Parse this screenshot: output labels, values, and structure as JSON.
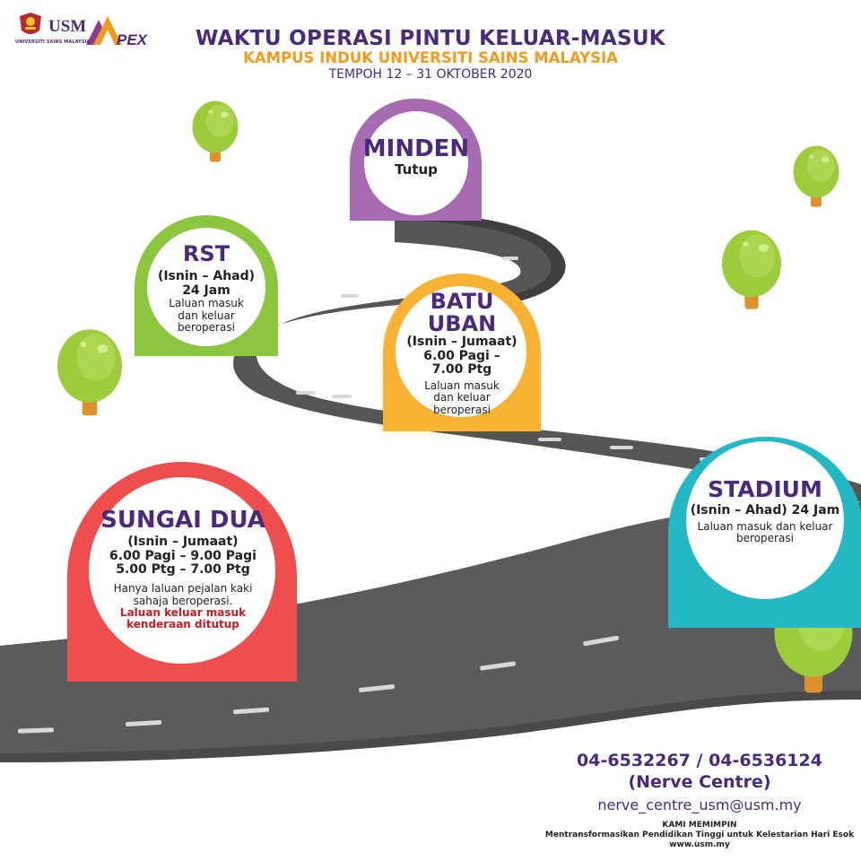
{
  "header": {
    "title": "WAKTU OPERASI PINTU KELUAR-MASUK",
    "subtitle": "KAMPUS INDUK UNIVERSITI SAINS MALAYSIA",
    "period": "TEMPOH 12 – 31 OKTOBER 2020"
  },
  "logos": {
    "usm_mark": "USM",
    "usm_name": "UNIVERSITI SAINS MALAYSIA",
    "apex_mark": "APEX"
  },
  "gates": {
    "minden": {
      "name": "MINDEN",
      "status": "Tutup",
      "color": "#a66bb0"
    },
    "rst": {
      "name": "RST",
      "days": "(Isnin – Ahad)",
      "hours": "24 Jam",
      "note1": "Laluan masuk",
      "note2": "dan keluar",
      "note3": "beroperasi",
      "color": "#8cc63f"
    },
    "batu_uban": {
      "name1": "BATU",
      "name2": "UBAN",
      "days": "(Isnin – Jumaat)",
      "hours1": "6.00 Pagi –",
      "hours2": "7.00 Ptg",
      "note1": "Laluan masuk",
      "note2": "dan keluar",
      "note3": "beroperasi",
      "color": "#f9b233"
    },
    "stadium": {
      "name": "STADIUM",
      "days_hours": "(Isnin – Ahad) 24 Jam",
      "note1": "Laluan masuk dan keluar",
      "note2": "beroperasi",
      "color": "#23b8c4"
    },
    "sungai_dua": {
      "name": "SUNGAI DUA",
      "days": "(Isnin – Jumaat)",
      "hours1": "6.00 Pagi – 9.00 Pagi",
      "hours2": "5.00 Ptg – 7.00 Ptg",
      "note1": "Hanya laluan pejalan kaki",
      "note2": "sahaja beroperasi.",
      "warn1": "Laluan keluar masuk",
      "warn2": "kenderaan ditutup",
      "color": "#ee4e4e"
    }
  },
  "contact": {
    "phone": "04-6532267 / 04-6536124",
    "phone_sub": "(Nerve Centre)",
    "email": "nerve_centre_usm@usm.my"
  },
  "footer": {
    "line1": "KAMI MEMIMPIN",
    "line2": "Mentransformasikan Pendidikan Tinggi untuk Kelestarian Hari Esok",
    "line3": "www.usm.my"
  },
  "colors": {
    "road": "#555555",
    "road_edge": "#3c3c3c",
    "tree_leaf": "#9ccb3b",
    "tree_trunk": "#e0902a",
    "purple": "#4a2a7a",
    "orange": "#f29a1e"
  }
}
